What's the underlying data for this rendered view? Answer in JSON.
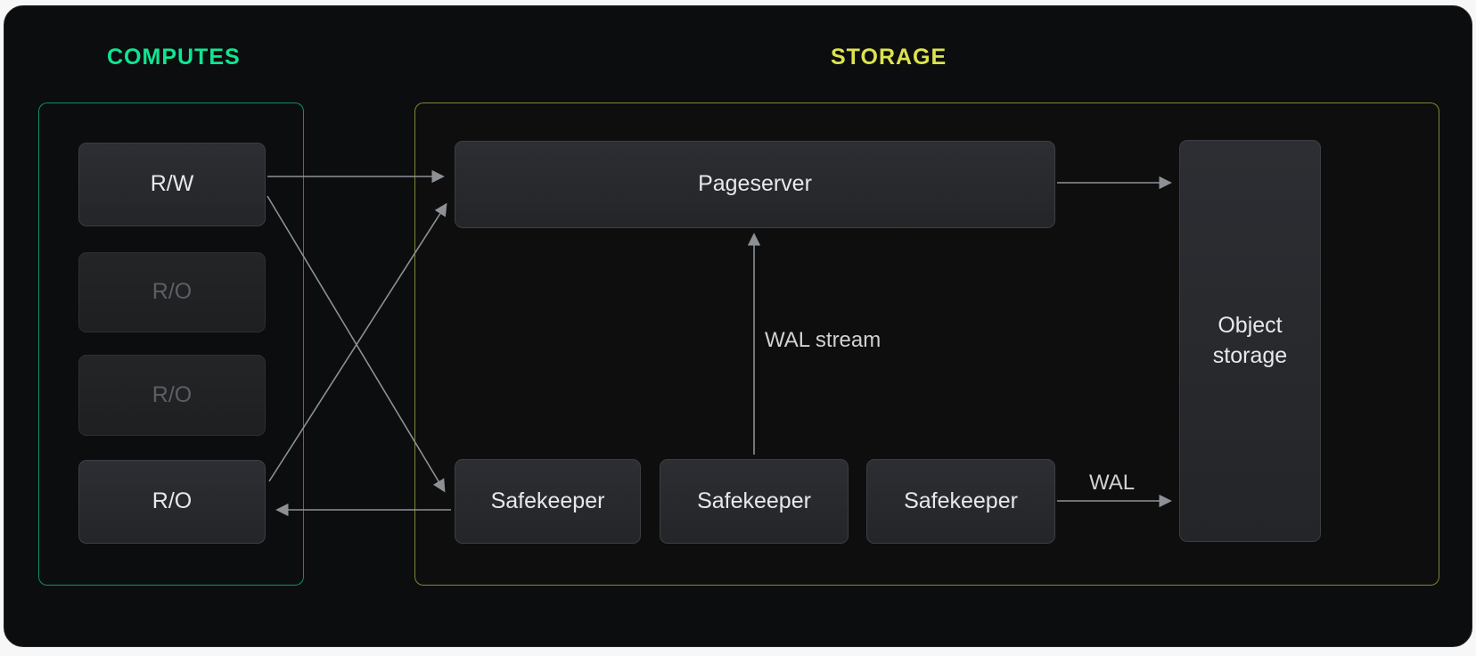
{
  "diagram": {
    "computes": {
      "label": "COMPUTES",
      "nodes": [
        {
          "label": "R/W",
          "state": "active"
        },
        {
          "label": "R/O",
          "state": "dimmed"
        },
        {
          "label": "R/O",
          "state": "dimmed"
        },
        {
          "label": "R/O",
          "state": "active"
        }
      ]
    },
    "storage": {
      "label": "STORAGE",
      "pageserver": "Pageserver",
      "safekeepers": [
        "Safekeeper",
        "Safekeeper",
        "Safekeeper"
      ],
      "object_storage": "Object storage"
    },
    "edge_labels": {
      "wal_stream": "WAL stream",
      "wal": "WAL"
    },
    "colors": {
      "computes_accent": "#0fe592",
      "storage_accent": "#dce24f",
      "arrow": "#8d9195",
      "node_fill": "#2c2e33",
      "panel_background": "#0c0d0e",
      "node_text": "#e7e8ea",
      "dimmed_text": "#5b5f65"
    }
  }
}
